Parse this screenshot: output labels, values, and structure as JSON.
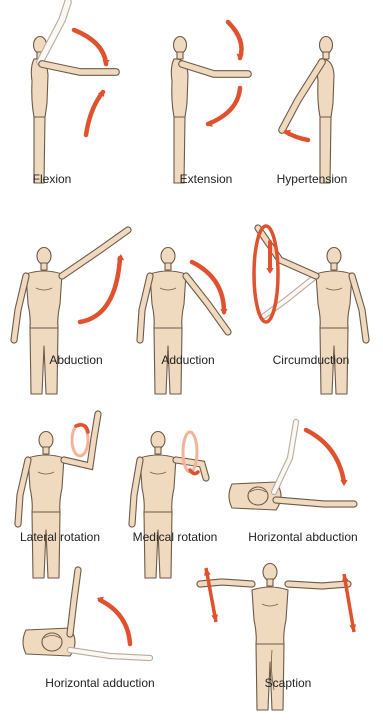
{
  "colors": {
    "skin": "#efd9bf",
    "outline": "#6e5a48",
    "arrow": "#e0512e",
    "arrow_light": "#f2b39a",
    "ghost": "#fbf7f2"
  },
  "movements": [
    {
      "label": "Flexion",
      "icon": "arm-raised-forward-arrow-icon"
    },
    {
      "label": "Extension",
      "icon": "arm-lowered-arrow-icon"
    },
    {
      "label": "Hypertension",
      "icon": "arm-back-arrow-icon"
    },
    {
      "label": "Abduction",
      "icon": "arm-raised-side-arrow-icon"
    },
    {
      "label": "Adduction",
      "icon": "arm-lowered-side-arrow-icon"
    },
    {
      "label": "Circumduction",
      "icon": "arm-circle-arrow-icon"
    },
    {
      "label": "Lateral rotation",
      "icon": "forearm-rotate-out-icon"
    },
    {
      "label": "Medical rotation",
      "icon": "forearm-rotate-in-icon"
    },
    {
      "label": "Horizontal abduction",
      "icon": "lying-arm-out-arrow-icon"
    },
    {
      "label": "Horizontal adduction",
      "icon": "lying-arm-in-arrow-icon"
    },
    {
      "label": "Scaption",
      "icon": "arms-scapular-plane-arrow-icon"
    }
  ]
}
